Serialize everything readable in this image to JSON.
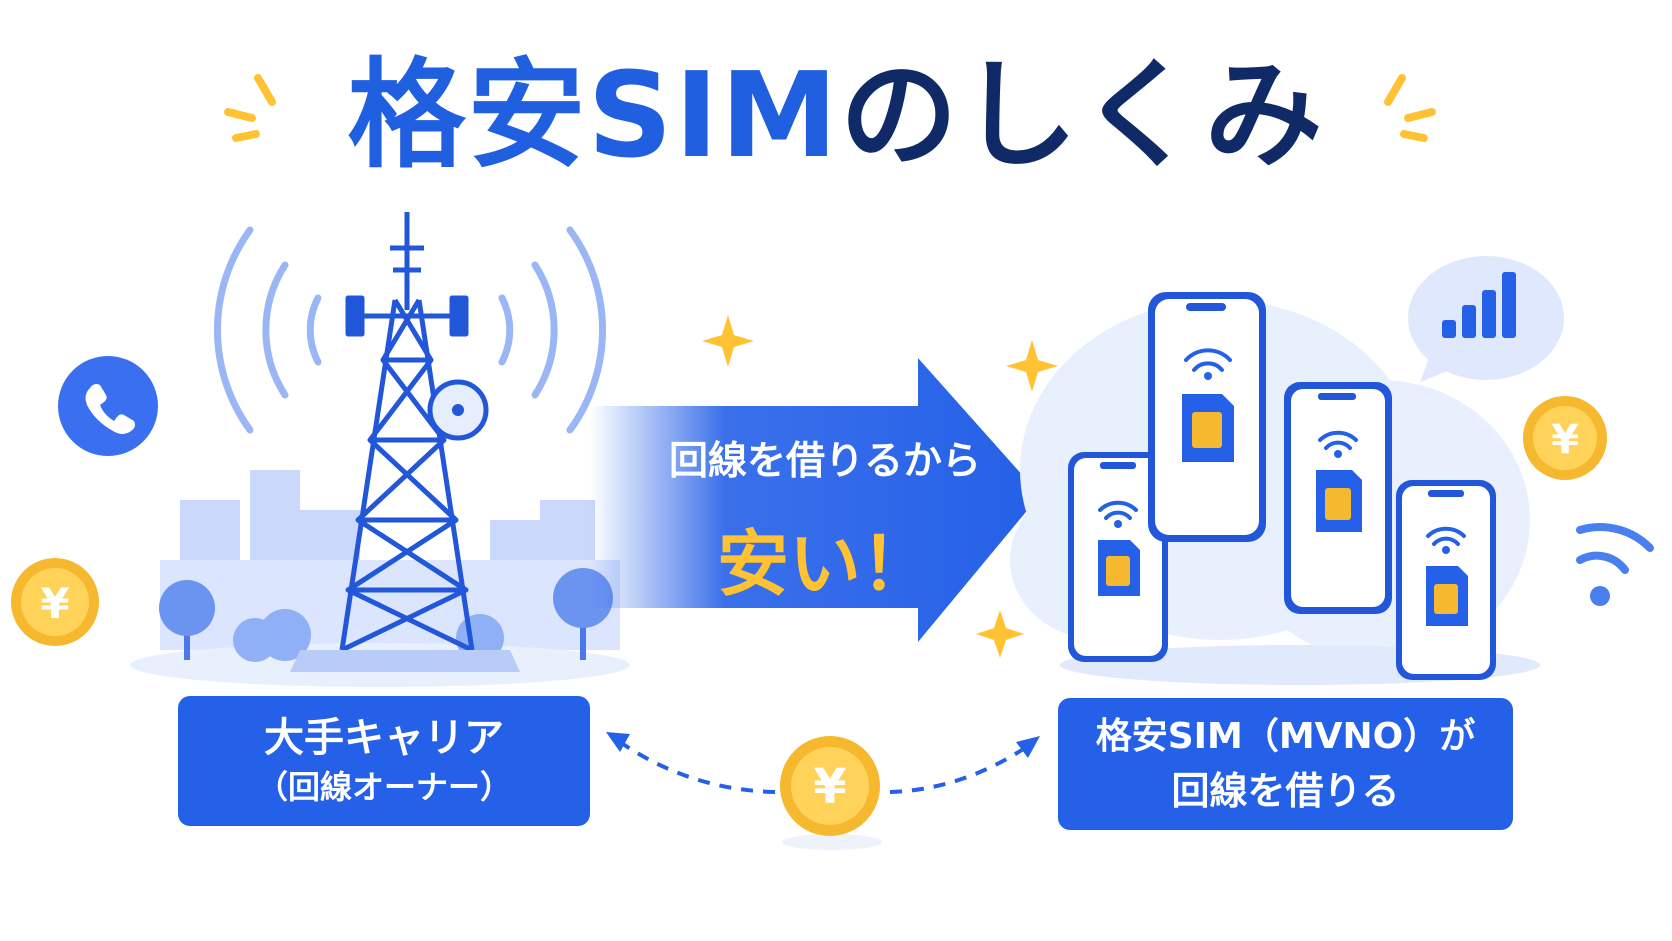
{
  "title": {
    "part1": "格安SIM",
    "part2": "のしくみ"
  },
  "arrow": {
    "line1": "回線を借りるから",
    "line2": "安い！"
  },
  "carrier": {
    "line1": "大手キャリア",
    "line2": "（回線オーナー）"
  },
  "mvno": {
    "line1": "格安SIM（MVNO）が",
    "line2": "回線を借りる"
  },
  "coin_symbol": "¥",
  "icons": [
    "phone-icon",
    "signal-bars-icon",
    "wifi-icon",
    "sim-card-icon",
    "yen-coin-icon",
    "sparkle-icon",
    "cell-tower-icon"
  ],
  "colors": {
    "primary": "#2460e8",
    "navy": "#0f2a66",
    "accent": "#ffc233",
    "coin": "#f5b82e"
  }
}
